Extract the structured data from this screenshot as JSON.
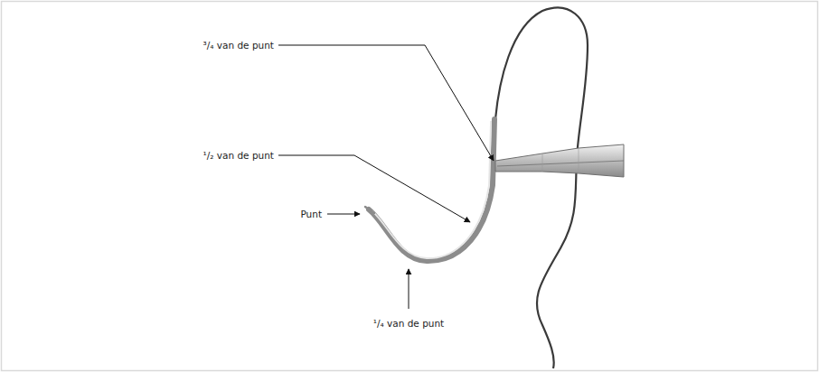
{
  "diagram": {
    "labels": [
      "³/₄ van de punt",
      "¹/₂ van de punt",
      "Punt",
      "¹/₄ van de punt"
    ]
  }
}
